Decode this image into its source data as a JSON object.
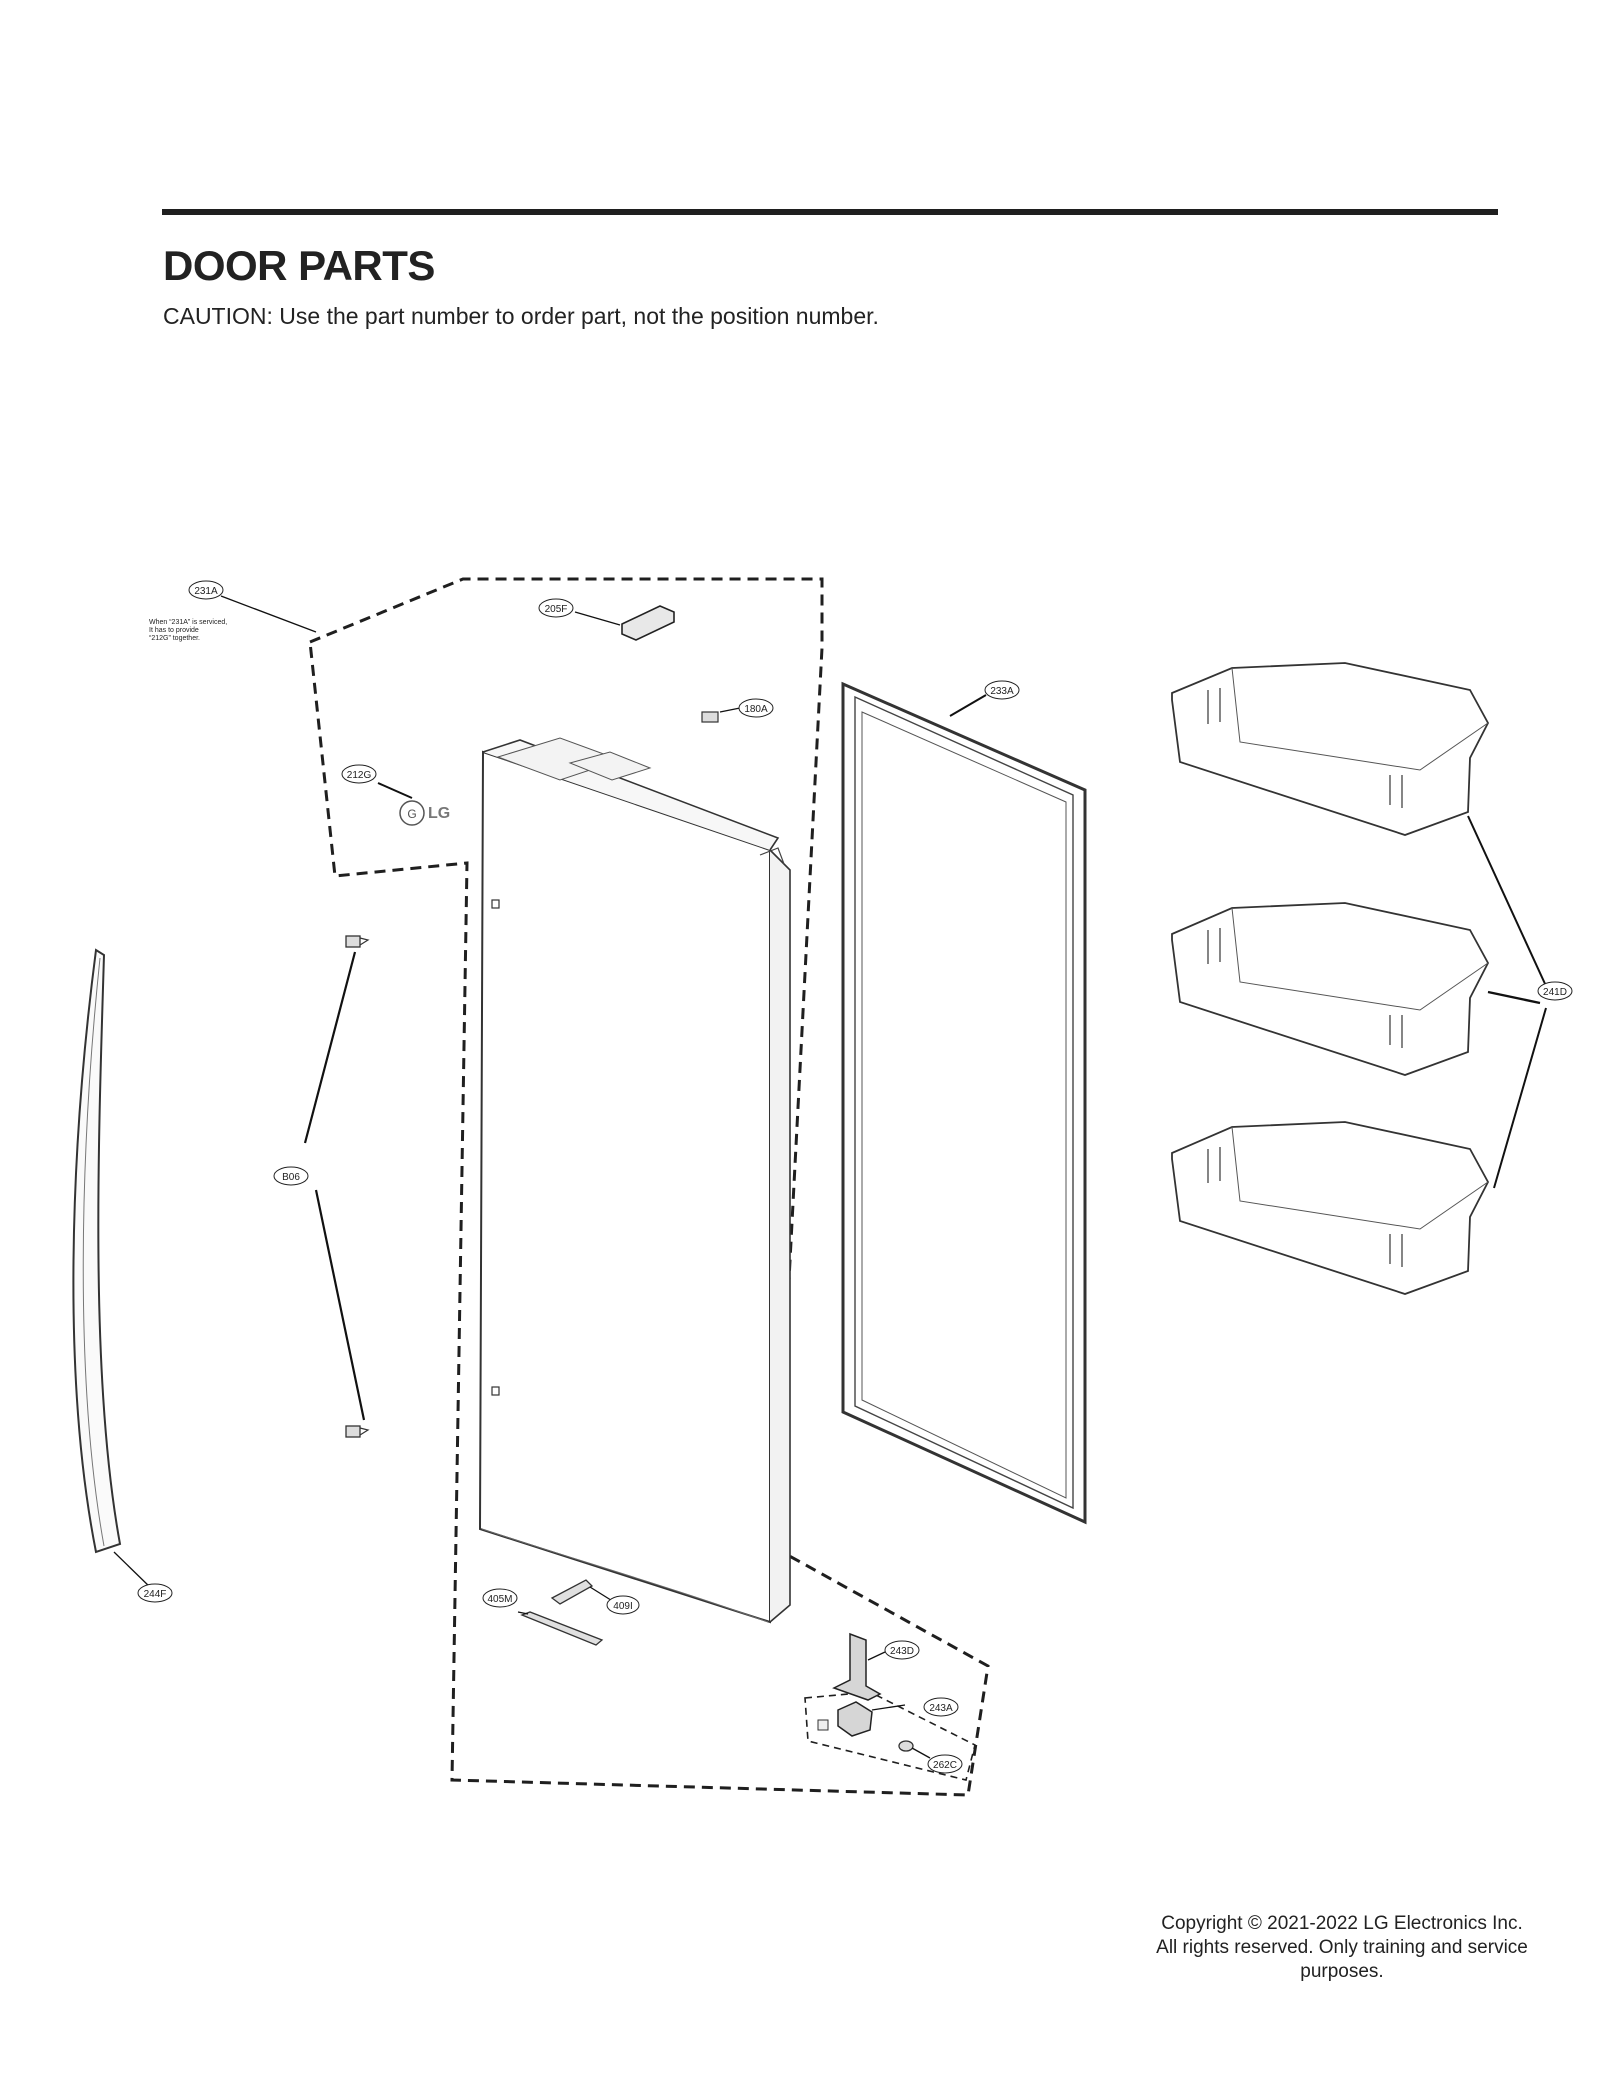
{
  "title": "DOOR PARTS",
  "caution": "CAUTION: Use the part number to order part, not the position number.",
  "note": {
    "line1": "When “231A” is serviced,",
    "line2": "It has to provide",
    "line3": "“212G” together."
  },
  "logo_text": "LG",
  "callouts": {
    "c231A": "231A",
    "c205F": "205F",
    "c180A": "180A",
    "c233A": "233A",
    "c212G": "212G",
    "c241D": "241D",
    "cB06": "B06",
    "c244F": "244F",
    "c405M": "405M",
    "c409I": "409I",
    "c243D": "243D",
    "c243A": "243A",
    "c262C": "262C"
  },
  "copyright": {
    "line1": "Copyright © 2021-2022 LG Electronics Inc.",
    "line2": "All rights reserved. Only training and service",
    "line3": "purposes."
  }
}
